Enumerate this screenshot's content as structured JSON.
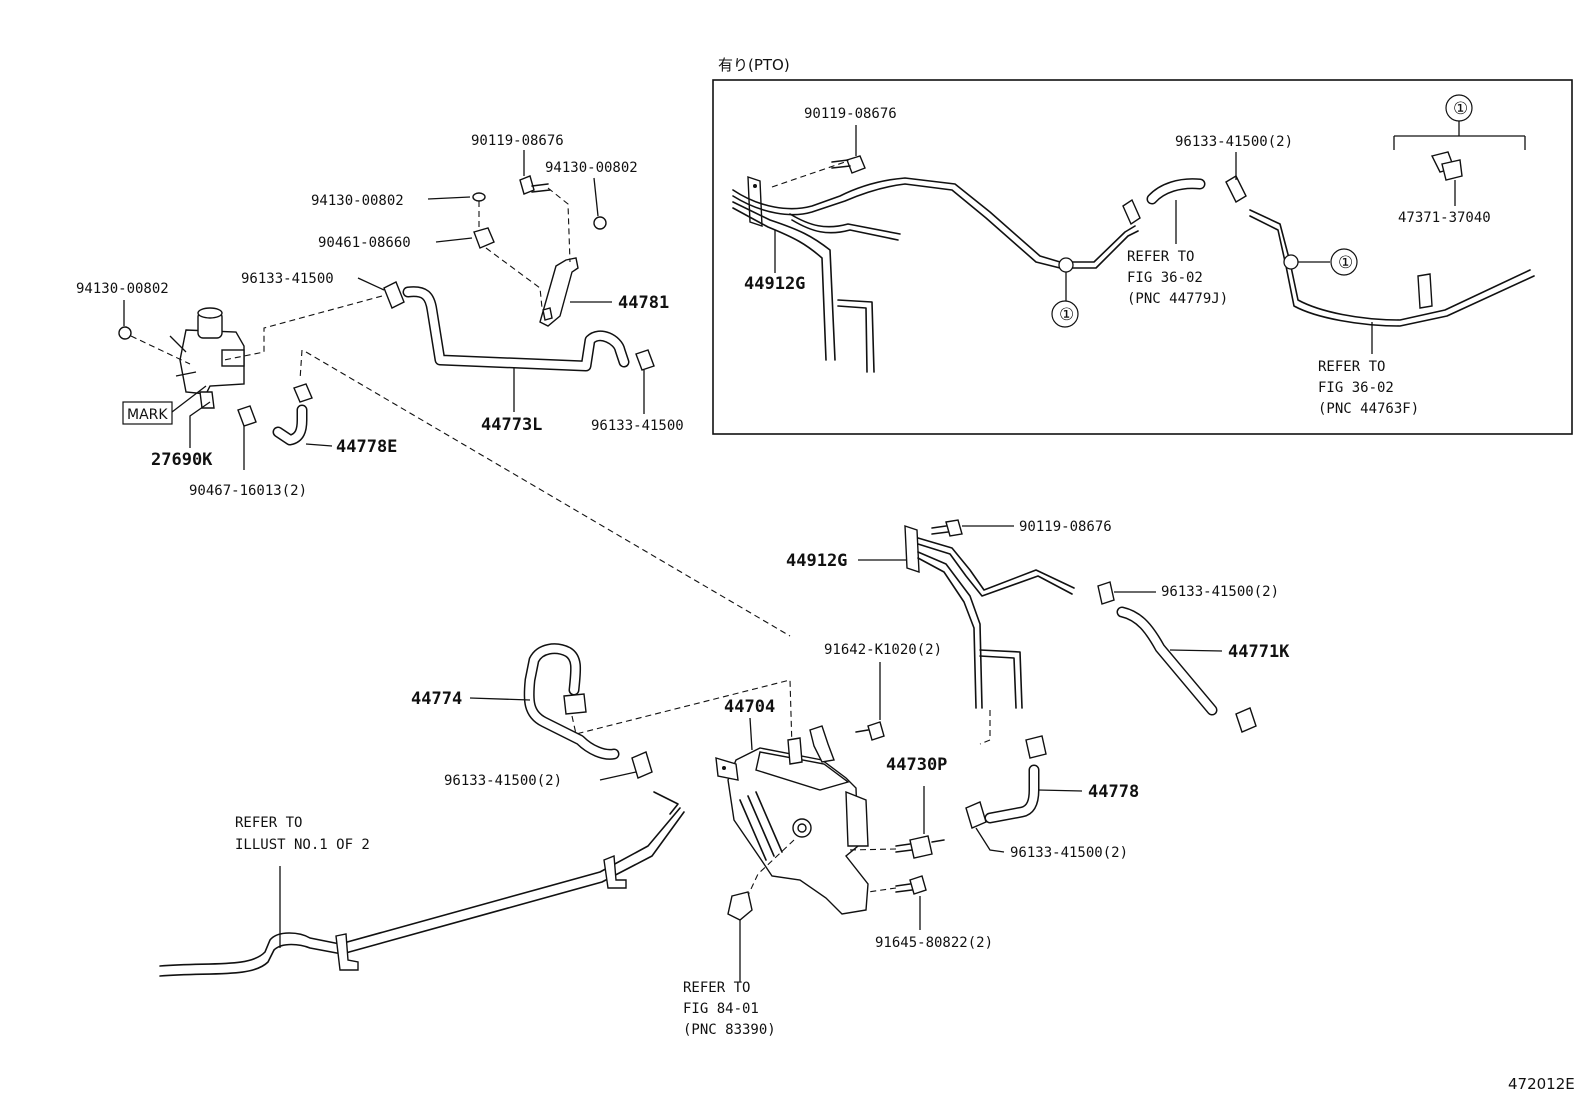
{
  "pto_box": {
    "header": "有り(PTO)"
  },
  "labels": {
    "l_90119_top": "90119-08676",
    "l_94130_a": "94130-00802",
    "l_94130_b": "94130-00802",
    "l_90461": "90461-08660",
    "l_94130_c": "94130-00802",
    "l_96133_a": "96133-41500",
    "l_44781": "44781",
    "l_44773L": "44773L",
    "l_96133_b": "96133-41500",
    "l_27690K": "27690K",
    "l_44778E": "44778E",
    "l_90467": "90467-16013(2)",
    "l_90119_box": "90119-08676",
    "l_44912G_box": "44912G",
    "l_96133_box": "96133-41500(2)",
    "l_47371": "47371-37040",
    "l_90119_mid": "90119-08676",
    "l_44912G_mid": "44912G",
    "l_96133_c": "96133-41500(2)",
    "l_44771K": "44771K",
    "l_91642": "91642-K1020(2)",
    "l_44774": "44774",
    "l_44704": "44704",
    "l_44730P": "44730P",
    "l_44778": "44778",
    "l_96133_d": "96133-41500(2)",
    "l_96133_e": "96133-41500(2)",
    "l_91645": "91645-80822(2)"
  },
  "mark_tag": "MARK",
  "callout_marker": "①",
  "notes": {
    "fig3602_j": [
      "REFER TO",
      "FIG 36-02",
      "(PNC 44779J)"
    ],
    "fig3602_f": [
      "REFER TO",
      "FIG 36-02",
      "(PNC 44763F)"
    ],
    "illust": [
      "REFER TO",
      "ILLUST NO.1 OF 2"
    ],
    "fig8401": [
      "REFER TO",
      "FIG 84-01",
      "(PNC 83390)"
    ]
  },
  "figure_id": "472012E"
}
